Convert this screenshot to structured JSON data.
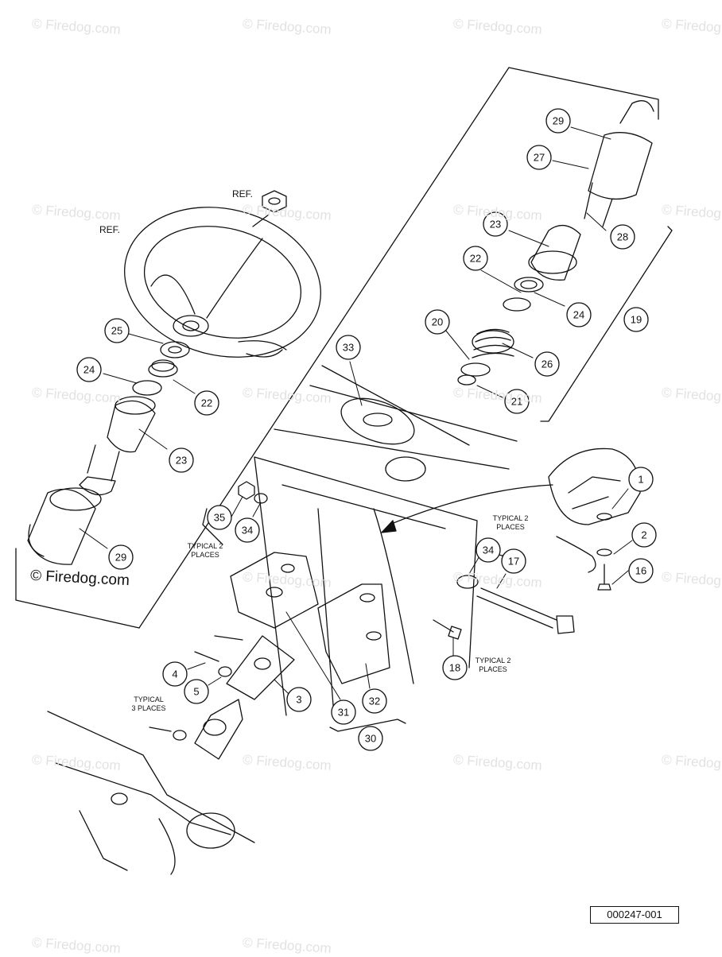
{
  "watermark": "© Firedog.com",
  "credit": "© Firedog.com",
  "figure_number": "000247-001",
  "ref_labels": [
    "REF.",
    "REF."
  ],
  "notes": [
    "TYPICAL 2\nPLACES",
    "TYPICAL 2\nPLACES",
    "TYPICAL 2\nPLACES",
    "TYPICAL\n3 PLACES"
  ],
  "callouts": [
    "29",
    "27",
    "28",
    "23",
    "22",
    "24",
    "19",
    "20",
    "26",
    "21",
    "33",
    "25",
    "24",
    "22",
    "23",
    "29",
    "1",
    "2",
    "16",
    "35",
    "34",
    "34",
    "17",
    "18",
    "4",
    "5",
    "3",
    "31",
    "32",
    "30"
  ]
}
